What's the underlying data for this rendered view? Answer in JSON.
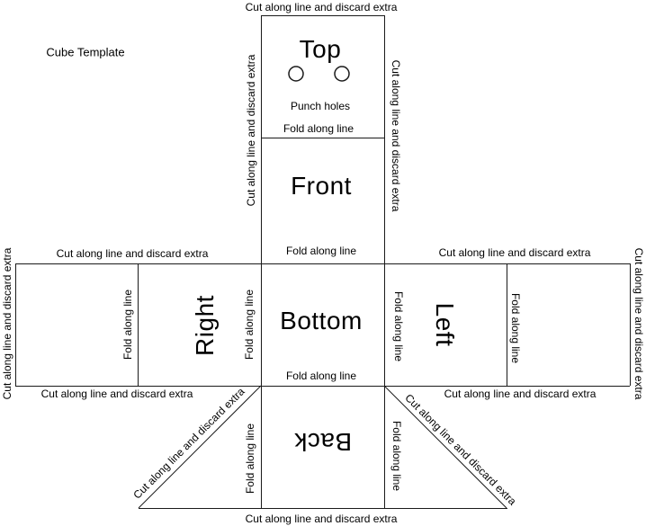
{
  "title": "Cube Template",
  "labels": {
    "cut_line": "Cut along line and discard extra",
    "fold_line": "Fold along line",
    "punch_holes": "Punch holes"
  },
  "panels": {
    "top": "Top",
    "front": "Front",
    "right": "Right",
    "bottom": "Bottom",
    "left": "Left",
    "back": "Back"
  },
  "colors": {
    "line": "#1a1a1a",
    "background": "#ffffff",
    "text": "#000000"
  }
}
